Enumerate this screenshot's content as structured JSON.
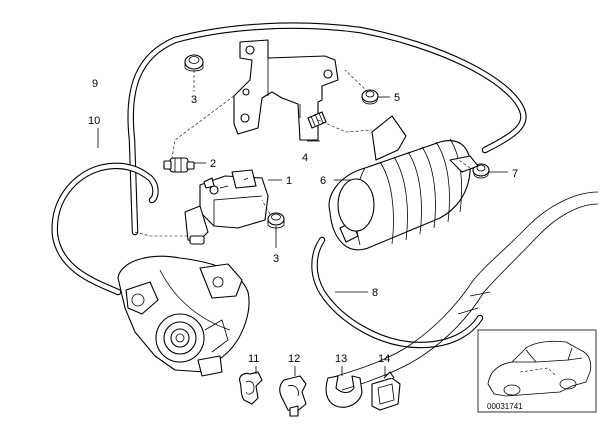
{
  "callouts": {
    "c1": "1",
    "c2": "2",
    "c3a": "3",
    "c3b": "3",
    "c4": "4",
    "c5": "5",
    "c6": "6",
    "c7": "7",
    "c8": "8",
    "c9": "9",
    "c10": "10",
    "c11": "11",
    "c12": "12",
    "c13": "13",
    "c14": "14"
  },
  "reference_code": "00031741",
  "icons": {
    "car_thumbnail": "car-silhouette-icon"
  }
}
